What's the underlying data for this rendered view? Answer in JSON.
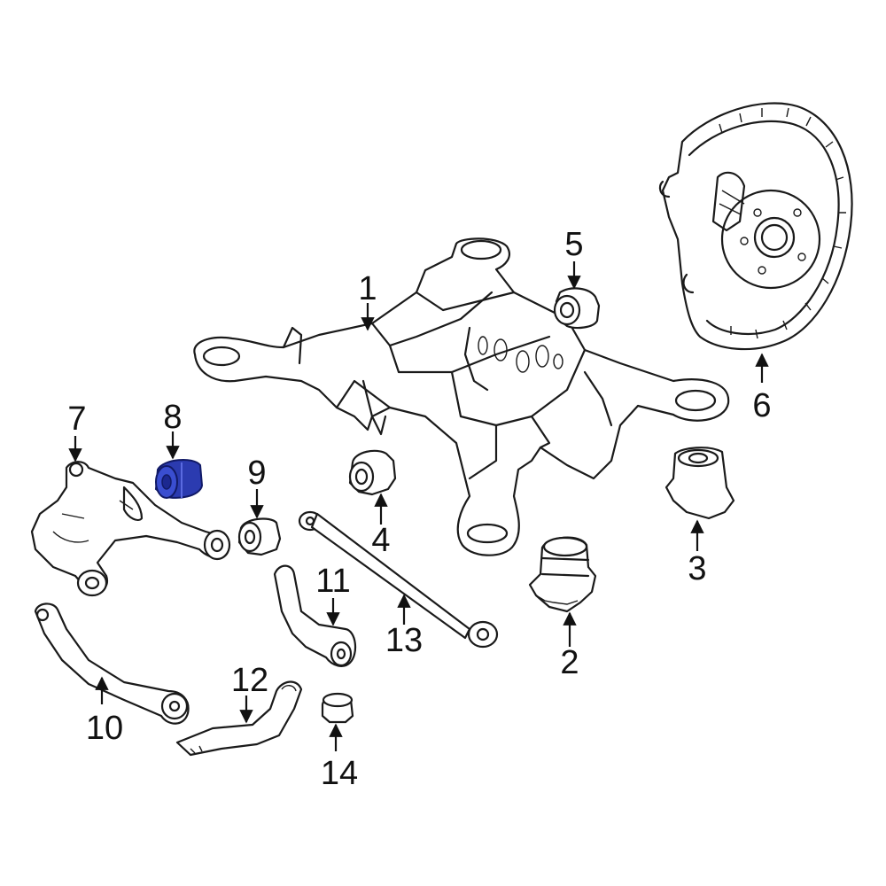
{
  "diagram": {
    "highlight_color": "#2b3bb0",
    "line_color": "#1a1a1a",
    "callouts": [
      {
        "id": "1",
        "label": "1"
      },
      {
        "id": "2",
        "label": "2"
      },
      {
        "id": "3",
        "label": "3"
      },
      {
        "id": "4",
        "label": "4"
      },
      {
        "id": "5",
        "label": "5"
      },
      {
        "id": "6",
        "label": "6"
      },
      {
        "id": "7",
        "label": "7"
      },
      {
        "id": "8",
        "label": "8"
      },
      {
        "id": "9",
        "label": "9"
      },
      {
        "id": "10",
        "label": "10"
      },
      {
        "id": "11",
        "label": "11"
      },
      {
        "id": "12",
        "label": "12"
      },
      {
        "id": "13",
        "label": "13"
      },
      {
        "id": "14",
        "label": "14"
      }
    ],
    "highlighted_part": "8"
  }
}
